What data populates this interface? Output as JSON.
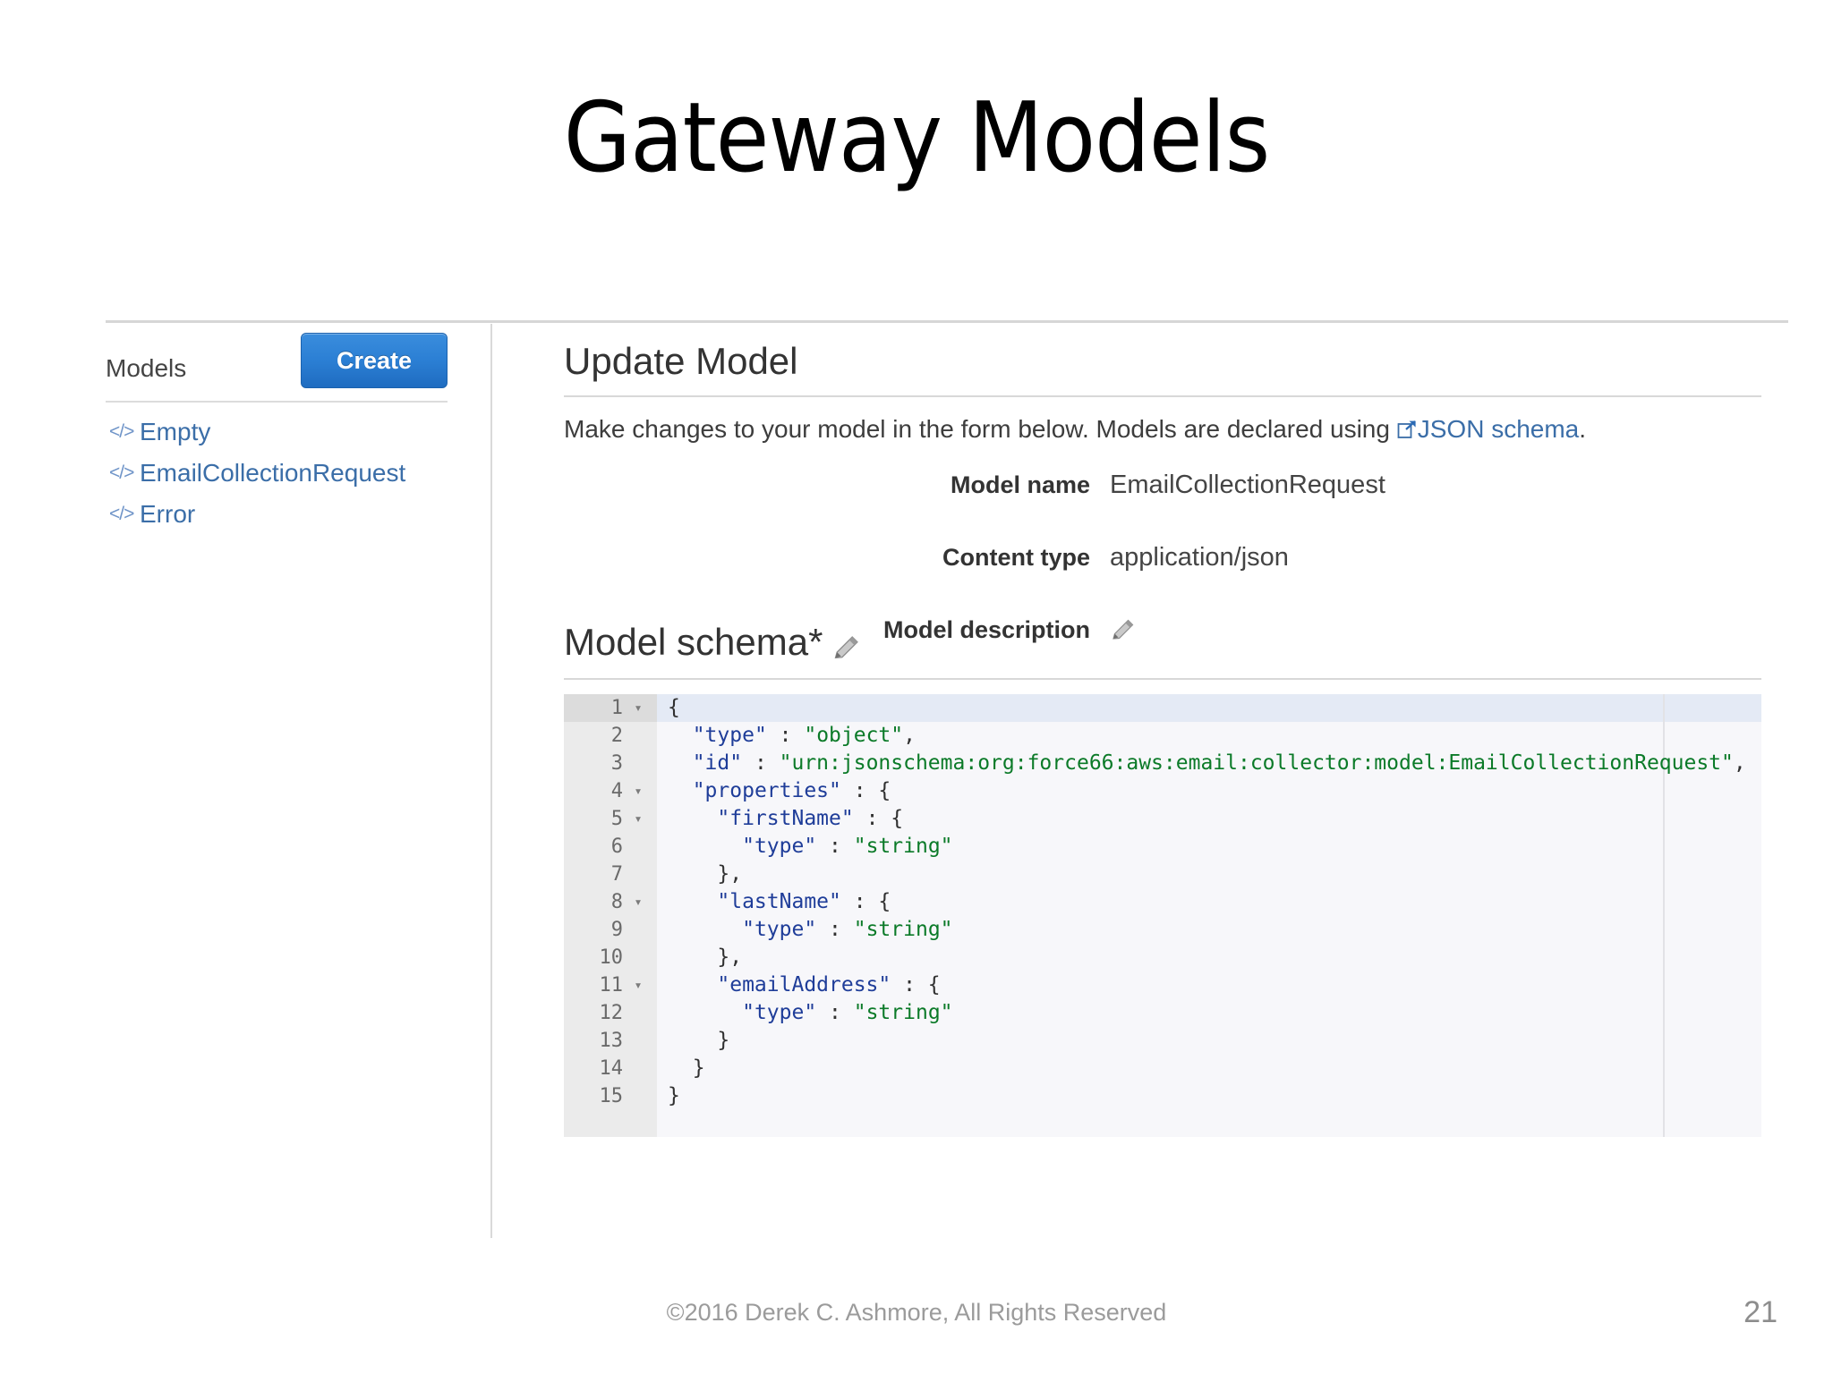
{
  "slide": {
    "title": "Gateway Models",
    "page_number": "21",
    "footer": "©2016 Derek C. Ashmore, All Rights Reserved"
  },
  "sidebar": {
    "title": "Models",
    "create_label": "Create",
    "items": [
      {
        "label": "Empty",
        "icon": "code-icon"
      },
      {
        "label": "EmailCollectionRequest",
        "icon": "code-icon"
      },
      {
        "label": "Error",
        "icon": "code-icon"
      }
    ]
  },
  "main": {
    "title": "Update Model",
    "description_prefix": "Make changes to your model in the form below. Models are declared using ",
    "link_label": "JSON schema",
    "description_suffix": ".",
    "fields": [
      {
        "label": "Model name",
        "value": "EmailCollectionRequest"
      },
      {
        "label": "Content type",
        "value": "application/json"
      },
      {
        "label": "Model description",
        "value": ""
      }
    ],
    "schema_title": "Model schema*"
  },
  "editor": {
    "lines": [
      {
        "num": "1",
        "foldable": true,
        "indent": 0,
        "tokens": [
          {
            "t": "p",
            "v": "{"
          }
        ]
      },
      {
        "num": "2",
        "foldable": false,
        "indent": 1,
        "tokens": [
          {
            "t": "k",
            "v": "\"type\""
          },
          {
            "t": "p",
            "v": " : "
          },
          {
            "t": "s",
            "v": "\"object\""
          },
          {
            "t": "p",
            "v": ","
          }
        ]
      },
      {
        "num": "3",
        "foldable": false,
        "indent": 1,
        "tokens": [
          {
            "t": "k",
            "v": "\"id\""
          },
          {
            "t": "p",
            "v": " : "
          },
          {
            "t": "s",
            "v": "\"urn:jsonschema:org:force66:aws:email:collector:model:EmailCollectionRequest\""
          },
          {
            "t": "p",
            "v": ","
          }
        ]
      },
      {
        "num": "4",
        "foldable": true,
        "indent": 1,
        "tokens": [
          {
            "t": "k",
            "v": "\"properties\""
          },
          {
            "t": "p",
            "v": " : {"
          }
        ]
      },
      {
        "num": "5",
        "foldable": true,
        "indent": 2,
        "tokens": [
          {
            "t": "k",
            "v": "\"firstName\""
          },
          {
            "t": "p",
            "v": " : {"
          }
        ]
      },
      {
        "num": "6",
        "foldable": false,
        "indent": 3,
        "tokens": [
          {
            "t": "k",
            "v": "\"type\""
          },
          {
            "t": "p",
            "v": " : "
          },
          {
            "t": "s",
            "v": "\"string\""
          }
        ]
      },
      {
        "num": "7",
        "foldable": false,
        "indent": 2,
        "tokens": [
          {
            "t": "p",
            "v": "},"
          }
        ]
      },
      {
        "num": "8",
        "foldable": true,
        "indent": 2,
        "tokens": [
          {
            "t": "k",
            "v": "\"lastName\""
          },
          {
            "t": "p",
            "v": " : {"
          }
        ]
      },
      {
        "num": "9",
        "foldable": false,
        "indent": 3,
        "tokens": [
          {
            "t": "k",
            "v": "\"type\""
          },
          {
            "t": "p",
            "v": " : "
          },
          {
            "t": "s",
            "v": "\"string\""
          }
        ]
      },
      {
        "num": "10",
        "foldable": false,
        "indent": 2,
        "tokens": [
          {
            "t": "p",
            "v": "},"
          }
        ]
      },
      {
        "num": "11",
        "foldable": true,
        "indent": 2,
        "tokens": [
          {
            "t": "k",
            "v": "\"emailAddress\""
          },
          {
            "t": "p",
            "v": " : {"
          }
        ]
      },
      {
        "num": "12",
        "foldable": false,
        "indent": 3,
        "tokens": [
          {
            "t": "k",
            "v": "\"type\""
          },
          {
            "t": "p",
            "v": " : "
          },
          {
            "t": "s",
            "v": "\"string\""
          }
        ]
      },
      {
        "num": "13",
        "foldable": false,
        "indent": 2,
        "tokens": [
          {
            "t": "p",
            "v": "}"
          }
        ]
      },
      {
        "num": "14",
        "foldable": false,
        "indent": 1,
        "tokens": [
          {
            "t": "p",
            "v": "}"
          }
        ]
      },
      {
        "num": "15",
        "foldable": false,
        "indent": 0,
        "tokens": [
          {
            "t": "p",
            "v": "}"
          }
        ]
      }
    ],
    "fold_glyph": "▾",
    "active_line": 1
  },
  "colors": {
    "accent_blue": "#2b7fd4",
    "link_blue": "#3b6ea8",
    "code_key": "#1f3d99",
    "code_string": "#0b7a28"
  }
}
